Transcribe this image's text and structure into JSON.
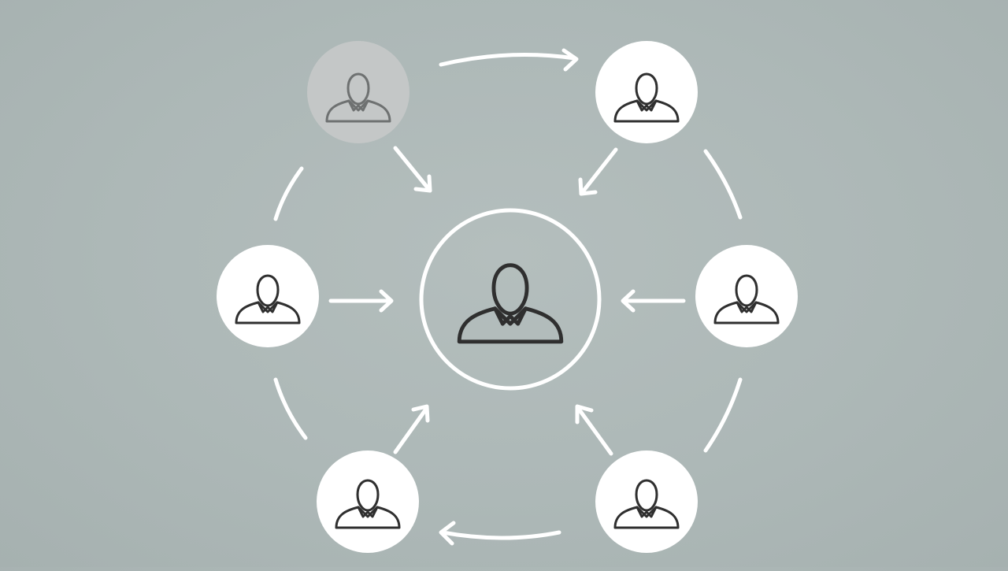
{
  "diagram": {
    "center": {
      "icon": "user-icon"
    },
    "nodes": [
      {
        "id": "top-left",
        "icon": "user-icon",
        "dimmed": true
      },
      {
        "id": "top-right",
        "icon": "user-icon",
        "dimmed": false
      },
      {
        "id": "left",
        "icon": "user-icon",
        "dimmed": false
      },
      {
        "id": "right",
        "icon": "user-icon",
        "dimmed": false
      },
      {
        "id": "bottom-left",
        "icon": "user-icon",
        "dimmed": false
      },
      {
        "id": "bottom-right",
        "icon": "user-icon",
        "dimmed": false
      }
    ],
    "flows": [
      {
        "from": "top-left",
        "to": "top-right"
      },
      {
        "from": "bottom-right",
        "to": "bottom-left"
      },
      {
        "from": "top-left",
        "to": "center"
      },
      {
        "from": "top-right",
        "to": "center"
      },
      {
        "from": "left",
        "to": "center"
      },
      {
        "from": "right",
        "to": "center"
      },
      {
        "from": "bottom-left",
        "to": "center"
      },
      {
        "from": "bottom-right",
        "to": "center"
      }
    ],
    "colors": {
      "background": "#adb8b7",
      "node_fill": "#ffffff",
      "dimmed_node_fill": "#c4c7c7",
      "line": "#ffffff",
      "icon_stroke": "#2f2f2f"
    }
  }
}
